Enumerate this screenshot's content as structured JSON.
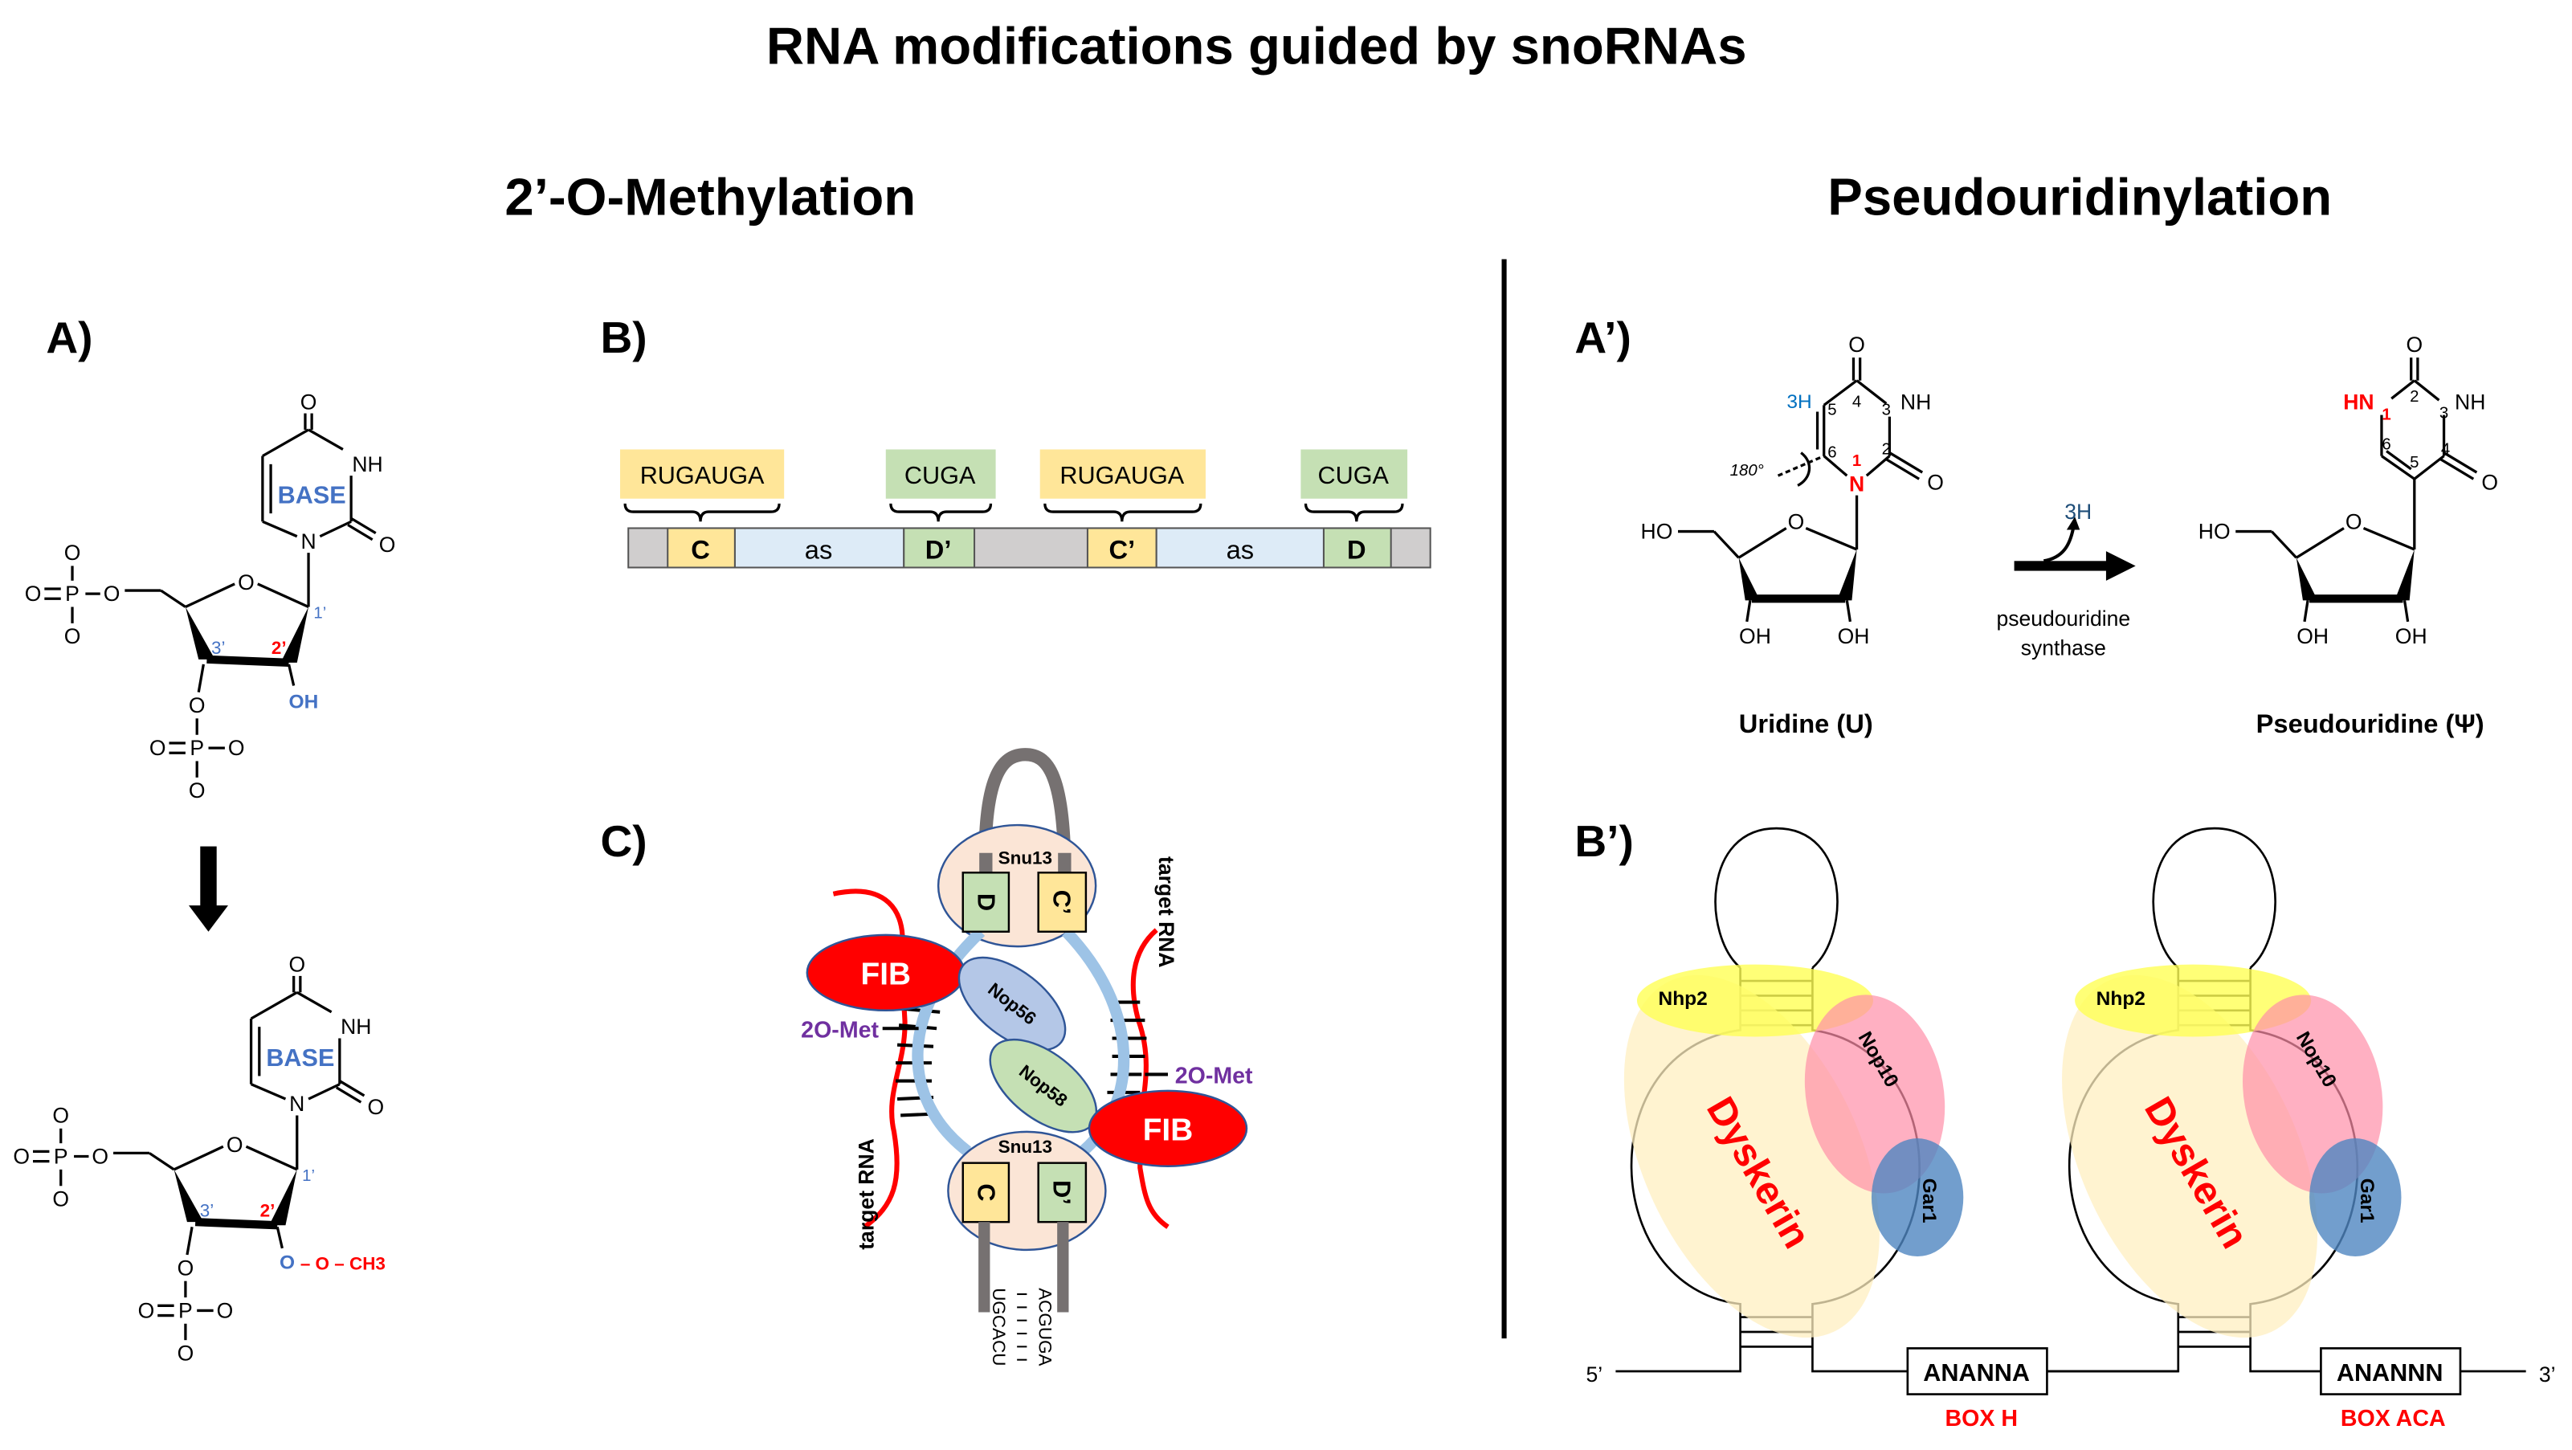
{
  "title": "RNA modifications guided by snoRNAs",
  "sections": {
    "left": "2’-O-Methylation",
    "right": "Pseudouridinylation"
  },
  "panels": {
    "A": "A)",
    "B": "B)",
    "C": "C)",
    "A2": "A’)",
    "B2": "B’)"
  },
  "atoms": {
    "O": "O",
    "P": "P",
    "N": "N",
    "NH": "NH",
    "HN": "HN",
    "OH": "OH",
    "HO": "HO"
  },
  "panel_a": {
    "base": "BASE",
    "c1": "1’",
    "c2": "2’",
    "c3": "3’",
    "oh": "OH",
    "o_blue": "O",
    "methyl": "– O – CH3"
  },
  "panel_b": {
    "motifs": [
      "RUGAUGA",
      "CUGA",
      "RUGAUGA",
      "CUGA"
    ],
    "boxes": [
      "C",
      "as",
      "D’",
      "C’",
      "as",
      "D"
    ]
  },
  "panel_c": {
    "snu13": "Snu13",
    "box_d": "D",
    "box_c_prime": "C’",
    "box_c": "C",
    "box_d_prime": "D’",
    "fib": "FIB",
    "nop56": "Nop56",
    "nop58": "Nop58",
    "methyl": "2O-Met",
    "target": "target RNA",
    "seq_left": "UGCACU",
    "seq_right": "ACGUGA"
  },
  "panel_a2": {
    "h3": "3H",
    "angle": "180°",
    "num": {
      "n1": "1",
      "n2": "2",
      "n3": "3",
      "n4": "4",
      "n5": "5",
      "n6": "6"
    },
    "released": "3H",
    "enzyme_line1": "pseudouridine",
    "enzyme_line2": "synthase",
    "uridine": "Uridine (U)",
    "pseudouridine": "Pseudouridine (Ψ)"
  },
  "panel_b2": {
    "nhp2": "Nhp2",
    "nop10": "Nop10",
    "dyskerin": "Dyskerin",
    "gar1": "Gar1",
    "box_h_seq": "ANANNA",
    "box_aca_seq": "ANANNN",
    "box_h": "BOX H",
    "box_aca": "BOX ACA",
    "five": "5’",
    "three": "3’"
  },
  "colors": {
    "yellow_box": "#FFE699",
    "green_box": "#C5E0B4",
    "spacer": "#DDEBF7",
    "gray": "#D0CECE",
    "fib": "#FF0000",
    "methyl_text": "#7030A0",
    "base_blue": "#4472C4",
    "highlight_red": "#FF0000"
  }
}
